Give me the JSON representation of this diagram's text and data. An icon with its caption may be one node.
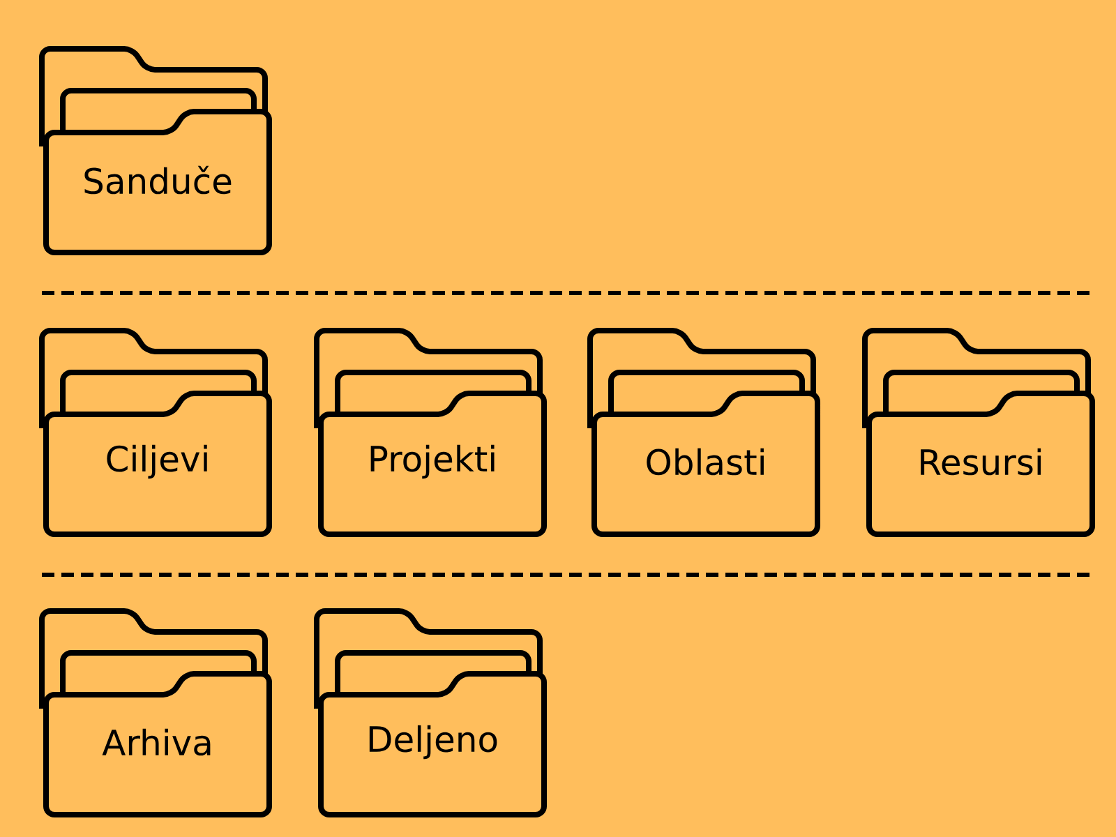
{
  "diagram": {
    "nodes": [
      {
        "text": [
          "Sanduče"
        ]
      },
      {
        "text": [
          "Ciljevi"
        ]
      },
      {
        "text": [
          "Projekti"
        ]
      },
      {
        "text": [
          "Oblasti"
        ]
      },
      {
        "text": [
          "Resursi"
        ]
      },
      {
        "text": [
          "Arhiva"
        ]
      },
      {
        "text": [
          "Deljeno"
        ]
      }
    ]
  }
}
